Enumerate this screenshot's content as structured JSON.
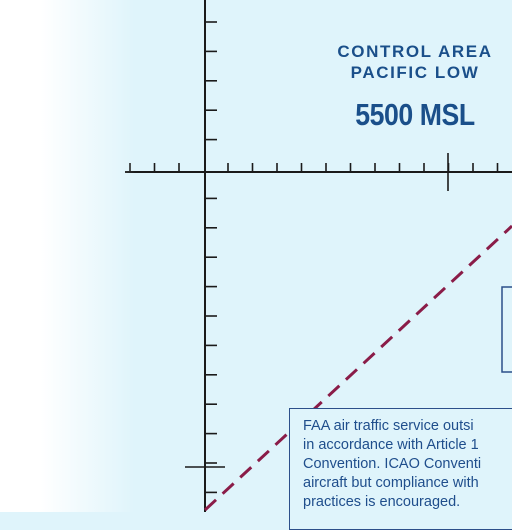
{
  "map": {
    "area_name_line1": "CONTROL AREA",
    "area_name_line2": "PACIFIC LOW",
    "altitude": "5500 MSL",
    "notice_lines": [
      "FAA air traffic service outsi",
      "in accordance with Article 1",
      "Convention. ICAO Conventi",
      "aircraft but compliance with",
      "practices is encouraged."
    ],
    "colors": {
      "background": "#dff4fb",
      "label_blue": "#1a4f8a",
      "boundary_maroon": "#8a1c48",
      "grid_black": "#1a1a1a"
    }
  }
}
